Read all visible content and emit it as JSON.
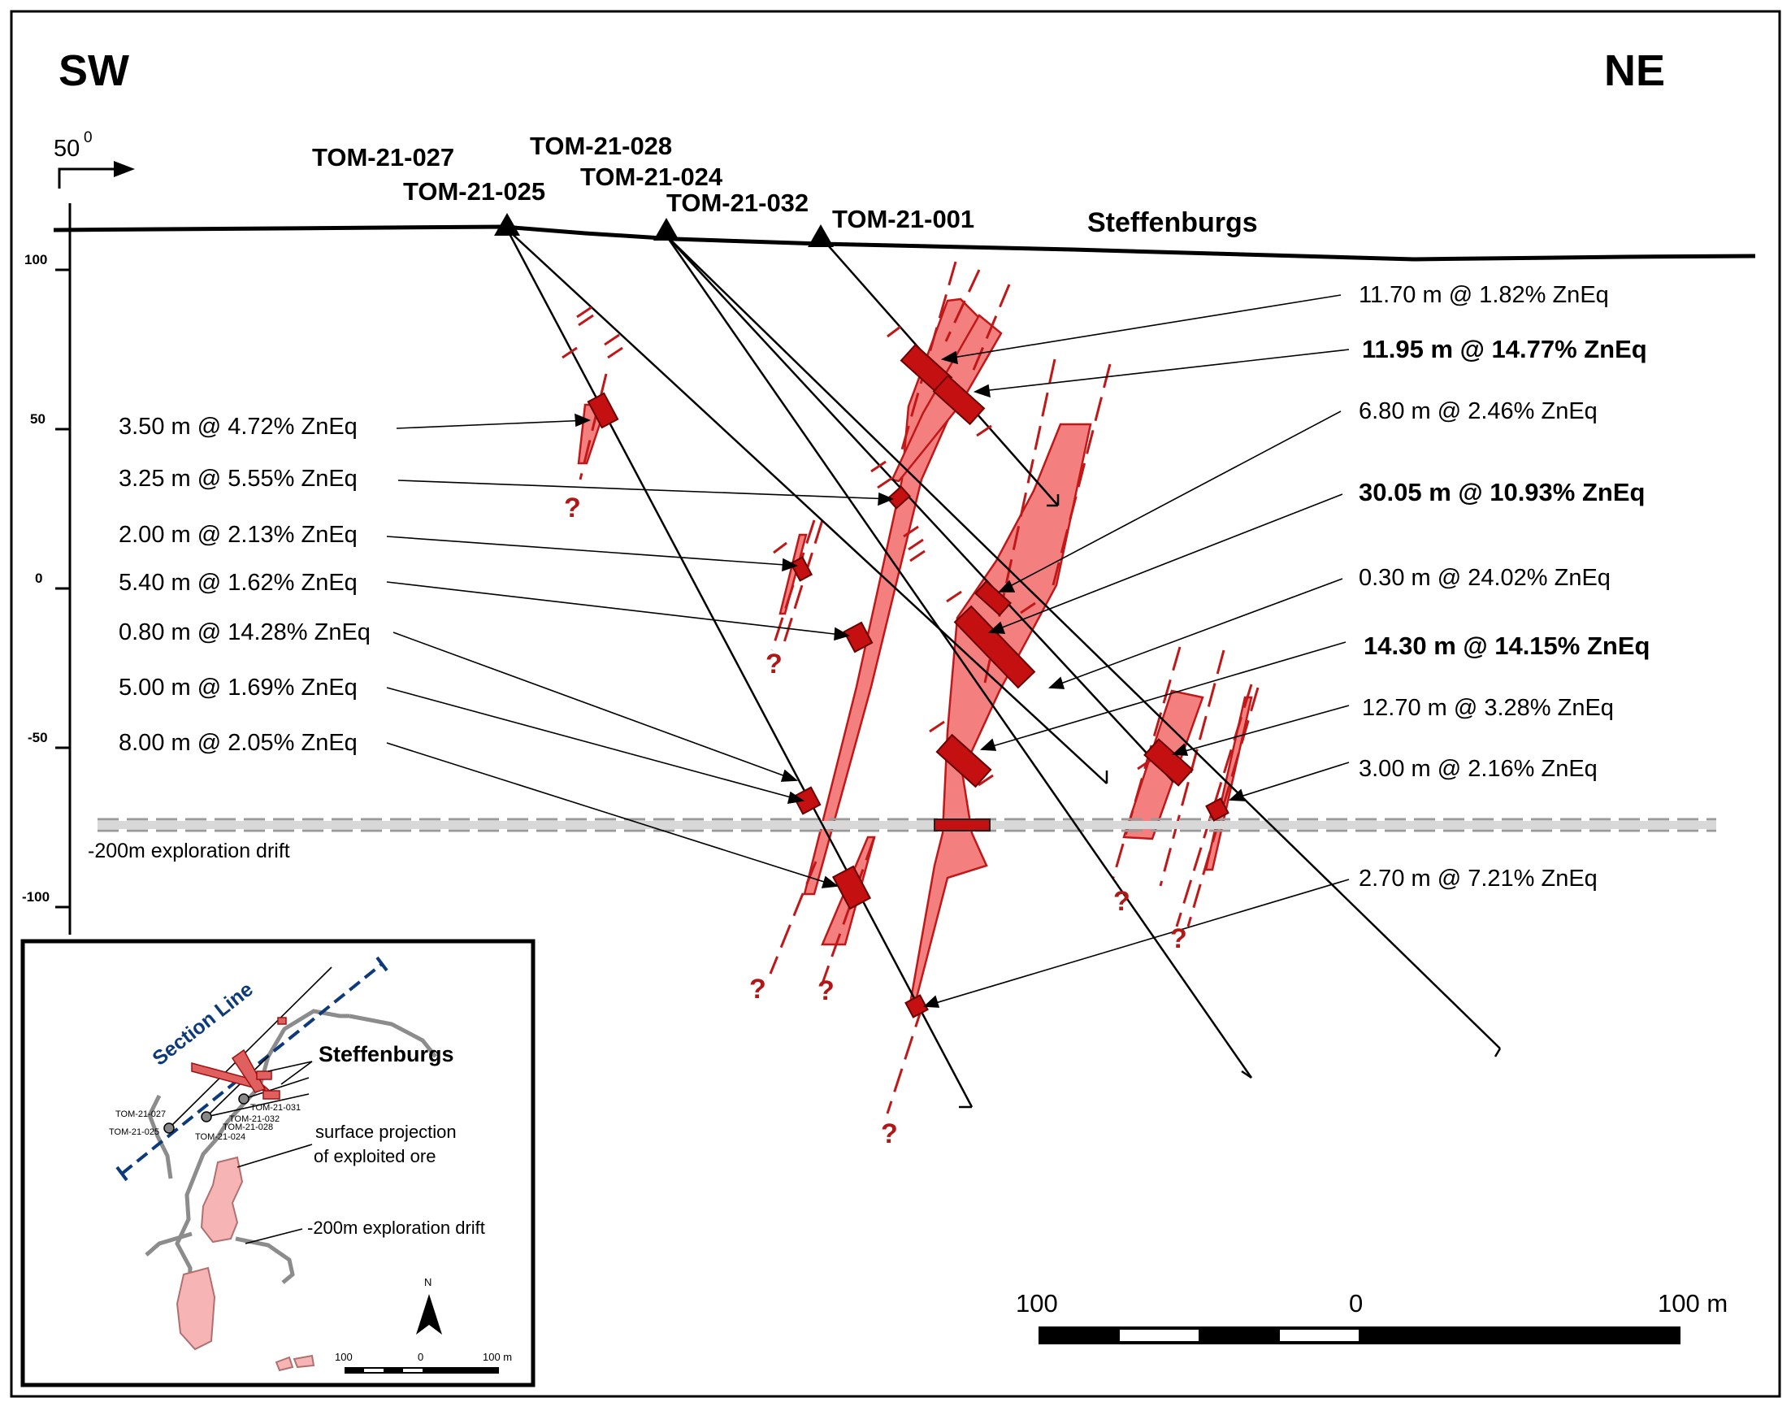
{
  "orientation": {
    "left": "SW",
    "right": "NE"
  },
  "azimuth": {
    "value": "50",
    "unit": "0"
  },
  "place_name": "Steffenburgs",
  "drill_holes": [
    {
      "id": "TOM-21-027"
    },
    {
      "id": "TOM-21-025"
    },
    {
      "id": "TOM-21-028"
    },
    {
      "id": "TOM-21-024"
    },
    {
      "id": "TOM-21-032"
    },
    {
      "id": "TOM-21-001"
    }
  ],
  "elevation_ticks": [
    "100",
    "50",
    "0",
    "-50",
    "-100"
  ],
  "intercepts_left": [
    "3.50 m @ 4.72% ZnEq",
    "3.25 m @ 5.55% ZnEq",
    "2.00 m @ 2.13% ZnEq",
    "5.40 m @ 1.62% ZnEq",
    "0.80 m @ 14.28% ZnEq",
    "5.00 m @ 1.69% ZnEq",
    "8.00 m @ 2.05% ZnEq"
  ],
  "intercepts_right": [
    {
      "text": "11.70 m @ 1.82% ZnEq",
      "bold": false
    },
    {
      "text": "11.95 m @ 14.77% ZnEq",
      "bold": true
    },
    {
      "text": "6.80 m @ 2.46% ZnEq",
      "bold": false
    },
    {
      "text": "30.05 m @ 10.93% ZnEq",
      "bold": true
    },
    {
      "text": "0.30 m @ 24.02% ZnEq",
      "bold": false
    },
    {
      "text": "14.30 m @ 14.15% ZnEq",
      "bold": true
    },
    {
      "text": "12.70 m @ 3.28% ZnEq",
      "bold": false
    },
    {
      "text": "3.00 m @ 2.16% ZnEq",
      "bold": false
    },
    {
      "text": "2.70 m @ 7.21% ZnEq",
      "bold": false
    }
  ],
  "question_mark": "?",
  "drift_label": "-200m exploration drift",
  "scale_bar": {
    "left": "100",
    "mid": "0",
    "right": "100 m"
  },
  "inset": {
    "section_line": "Section Line",
    "place": "Steffenburgs",
    "hole_labels": [
      "TOM-21-027",
      "TOM-21-025",
      "TOM-21-028",
      "TOM-21-024",
      "TOM-21-032",
      "TOM-21-031"
    ],
    "ore_note_line1": "surface projection",
    "ore_note_line2": "of exploited ore",
    "drift_note": "-200m exploration drift",
    "north": "N",
    "scale": {
      "left": "100",
      "mid": "0",
      "right": "100 m"
    }
  },
  "colors": {
    "ore_fill": "#f47f7f",
    "ore_stroke": "#c01818",
    "intercept": "#c41010",
    "dashed_red": "#c01818",
    "section_blue": "#0d3a7a",
    "drift_gray": "#9a9a9a"
  }
}
